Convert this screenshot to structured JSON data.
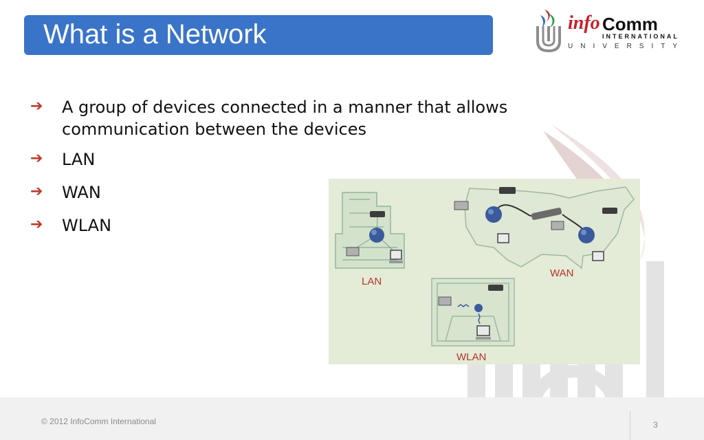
{
  "slide": {
    "title": "What is a Network",
    "bullets": [
      {
        "text": "A group of devices connected in a manner that allows communication between the devices"
      },
      {
        "text": "LAN"
      },
      {
        "text": "WAN"
      },
      {
        "text": "WLAN"
      }
    ]
  },
  "logo": {
    "info": "info",
    "comm": "Comm",
    "international": "INTERNATIONAL",
    "university": "UNIVERSITY"
  },
  "figure": {
    "labels": {
      "lan": "LAN",
      "wan": "WAN",
      "wlan": "WLAN"
    }
  },
  "footer": {
    "copyright": "© 2012 InfoComm International",
    "page_number": "3"
  },
  "colors": {
    "title_bar": "#3a74c8",
    "bullet_arrow": "#c0392b",
    "figure_bg": "#e4ebd6",
    "diagram_label": "#b5332e"
  },
  "icons": {
    "bullet": "right-arrow-icon"
  }
}
